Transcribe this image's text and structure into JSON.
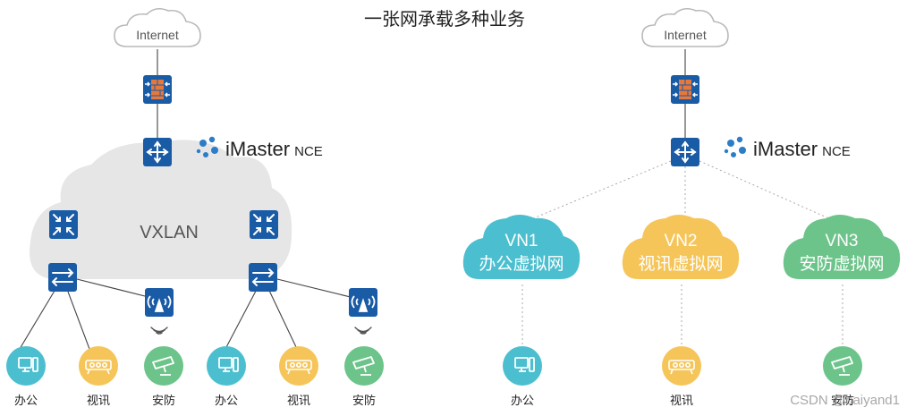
{
  "title": "一张网承载多种业务",
  "left": {
    "internet": "Internet",
    "controller": {
      "brand": "iMaster",
      "suffix": "NCE"
    },
    "fabric_label": "VXLAN",
    "endpoints": [
      "办公",
      "视讯",
      "安防",
      "办公",
      "视讯",
      "安防"
    ]
  },
  "right": {
    "internet": "Internet",
    "controller": {
      "brand": "iMaster",
      "suffix": "NCE"
    },
    "vns": [
      {
        "name": "VN1",
        "label": "办公虚拟网",
        "color": "#4bbfcf"
      },
      {
        "name": "VN2",
        "label": "视讯虚拟网",
        "color": "#f5c55a"
      },
      {
        "name": "VN3",
        "label": "安防虚拟网",
        "color": "#6cc48a"
      }
    ],
    "endpoints": [
      "办公",
      "视讯",
      "安防"
    ]
  },
  "watermark": "CSDN @baiyand1",
  "colors": {
    "device_blue": "#1a5ba6",
    "office_teal": "#4bbfcf",
    "video_yellow": "#f5c55a",
    "security_green": "#6cc48a",
    "fabric_gray": "#e6e6e6",
    "firewall_orange": "#e6783c"
  }
}
